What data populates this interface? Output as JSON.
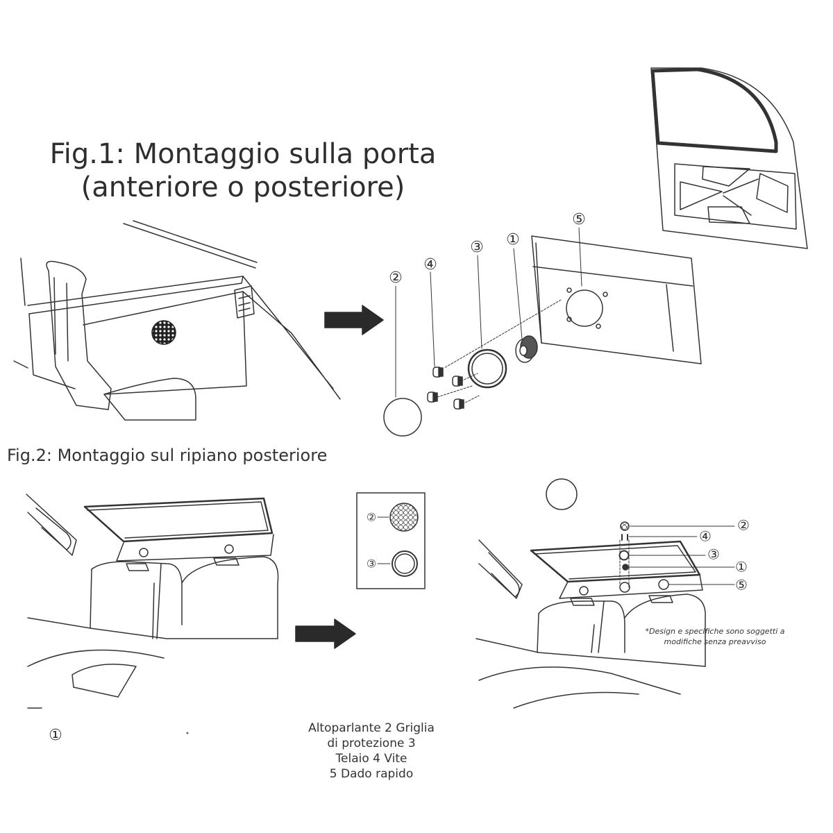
{
  "fig1": {
    "title_line1": "Fig.1: Montaggio sulla porta",
    "title_line2": "(anteriore o posteriore)"
  },
  "fig2": {
    "title": "Fig.2: Montaggio sul ripiano posteriore"
  },
  "callouts": {
    "c1": "①",
    "c2": "②",
    "c3": "③",
    "c4": "④",
    "c5": "⑤"
  },
  "disclaimer": {
    "line1": "*Design e specifiche sono soggetti a",
    "line2": "modifiche senza preavviso"
  },
  "legend": {
    "line1": "Altoparlante 2 Griglia",
    "line2": "di protezione 3",
    "line3": "Telaio 4 Vite",
    "line4": "5 Dado rapido"
  },
  "colors": {
    "line": "#333333",
    "arrow": "#2a2a2a"
  }
}
